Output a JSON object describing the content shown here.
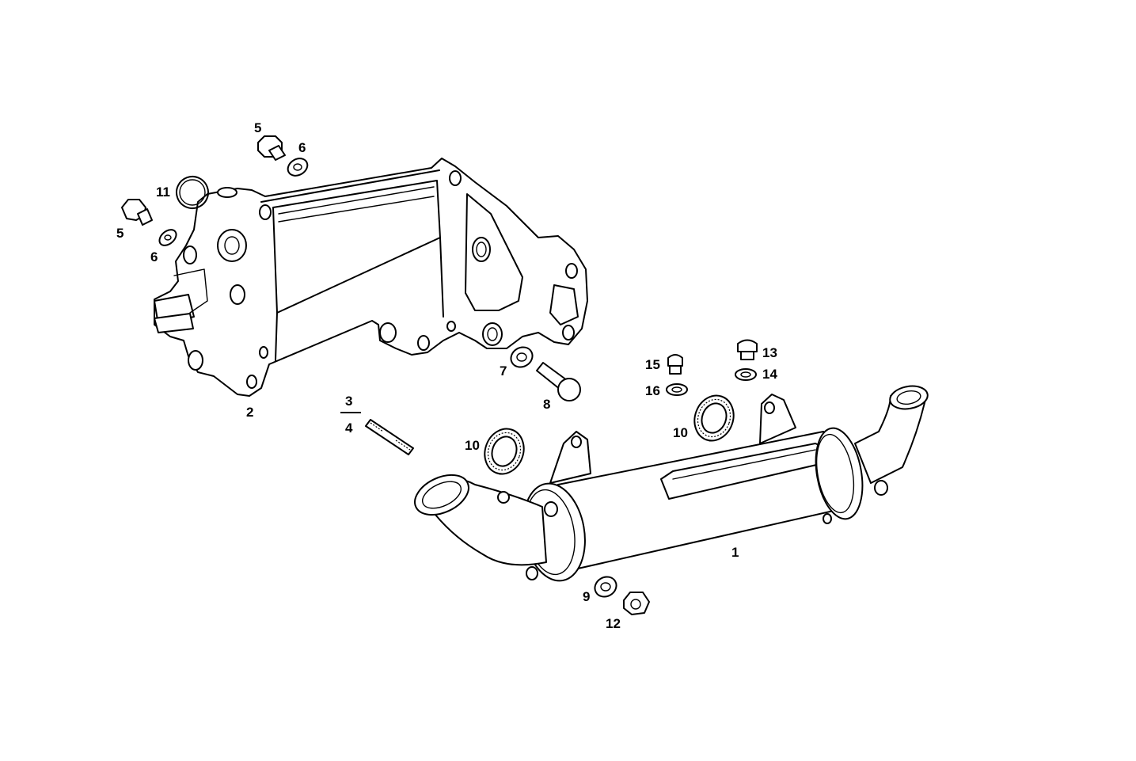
{
  "diagram": {
    "callouts": {
      "c1": "1",
      "c2": "2",
      "c3": "3",
      "c4": "4",
      "c5a": "5",
      "c5b": "5",
      "c6a": "6",
      "c6b": "6",
      "c7": "7",
      "c8": "8",
      "c9": "9",
      "c10a": "10",
      "c10b": "10",
      "c11": "11",
      "c12": "12",
      "c13": "13",
      "c14": "14",
      "c15": "15",
      "c16": "16"
    }
  }
}
